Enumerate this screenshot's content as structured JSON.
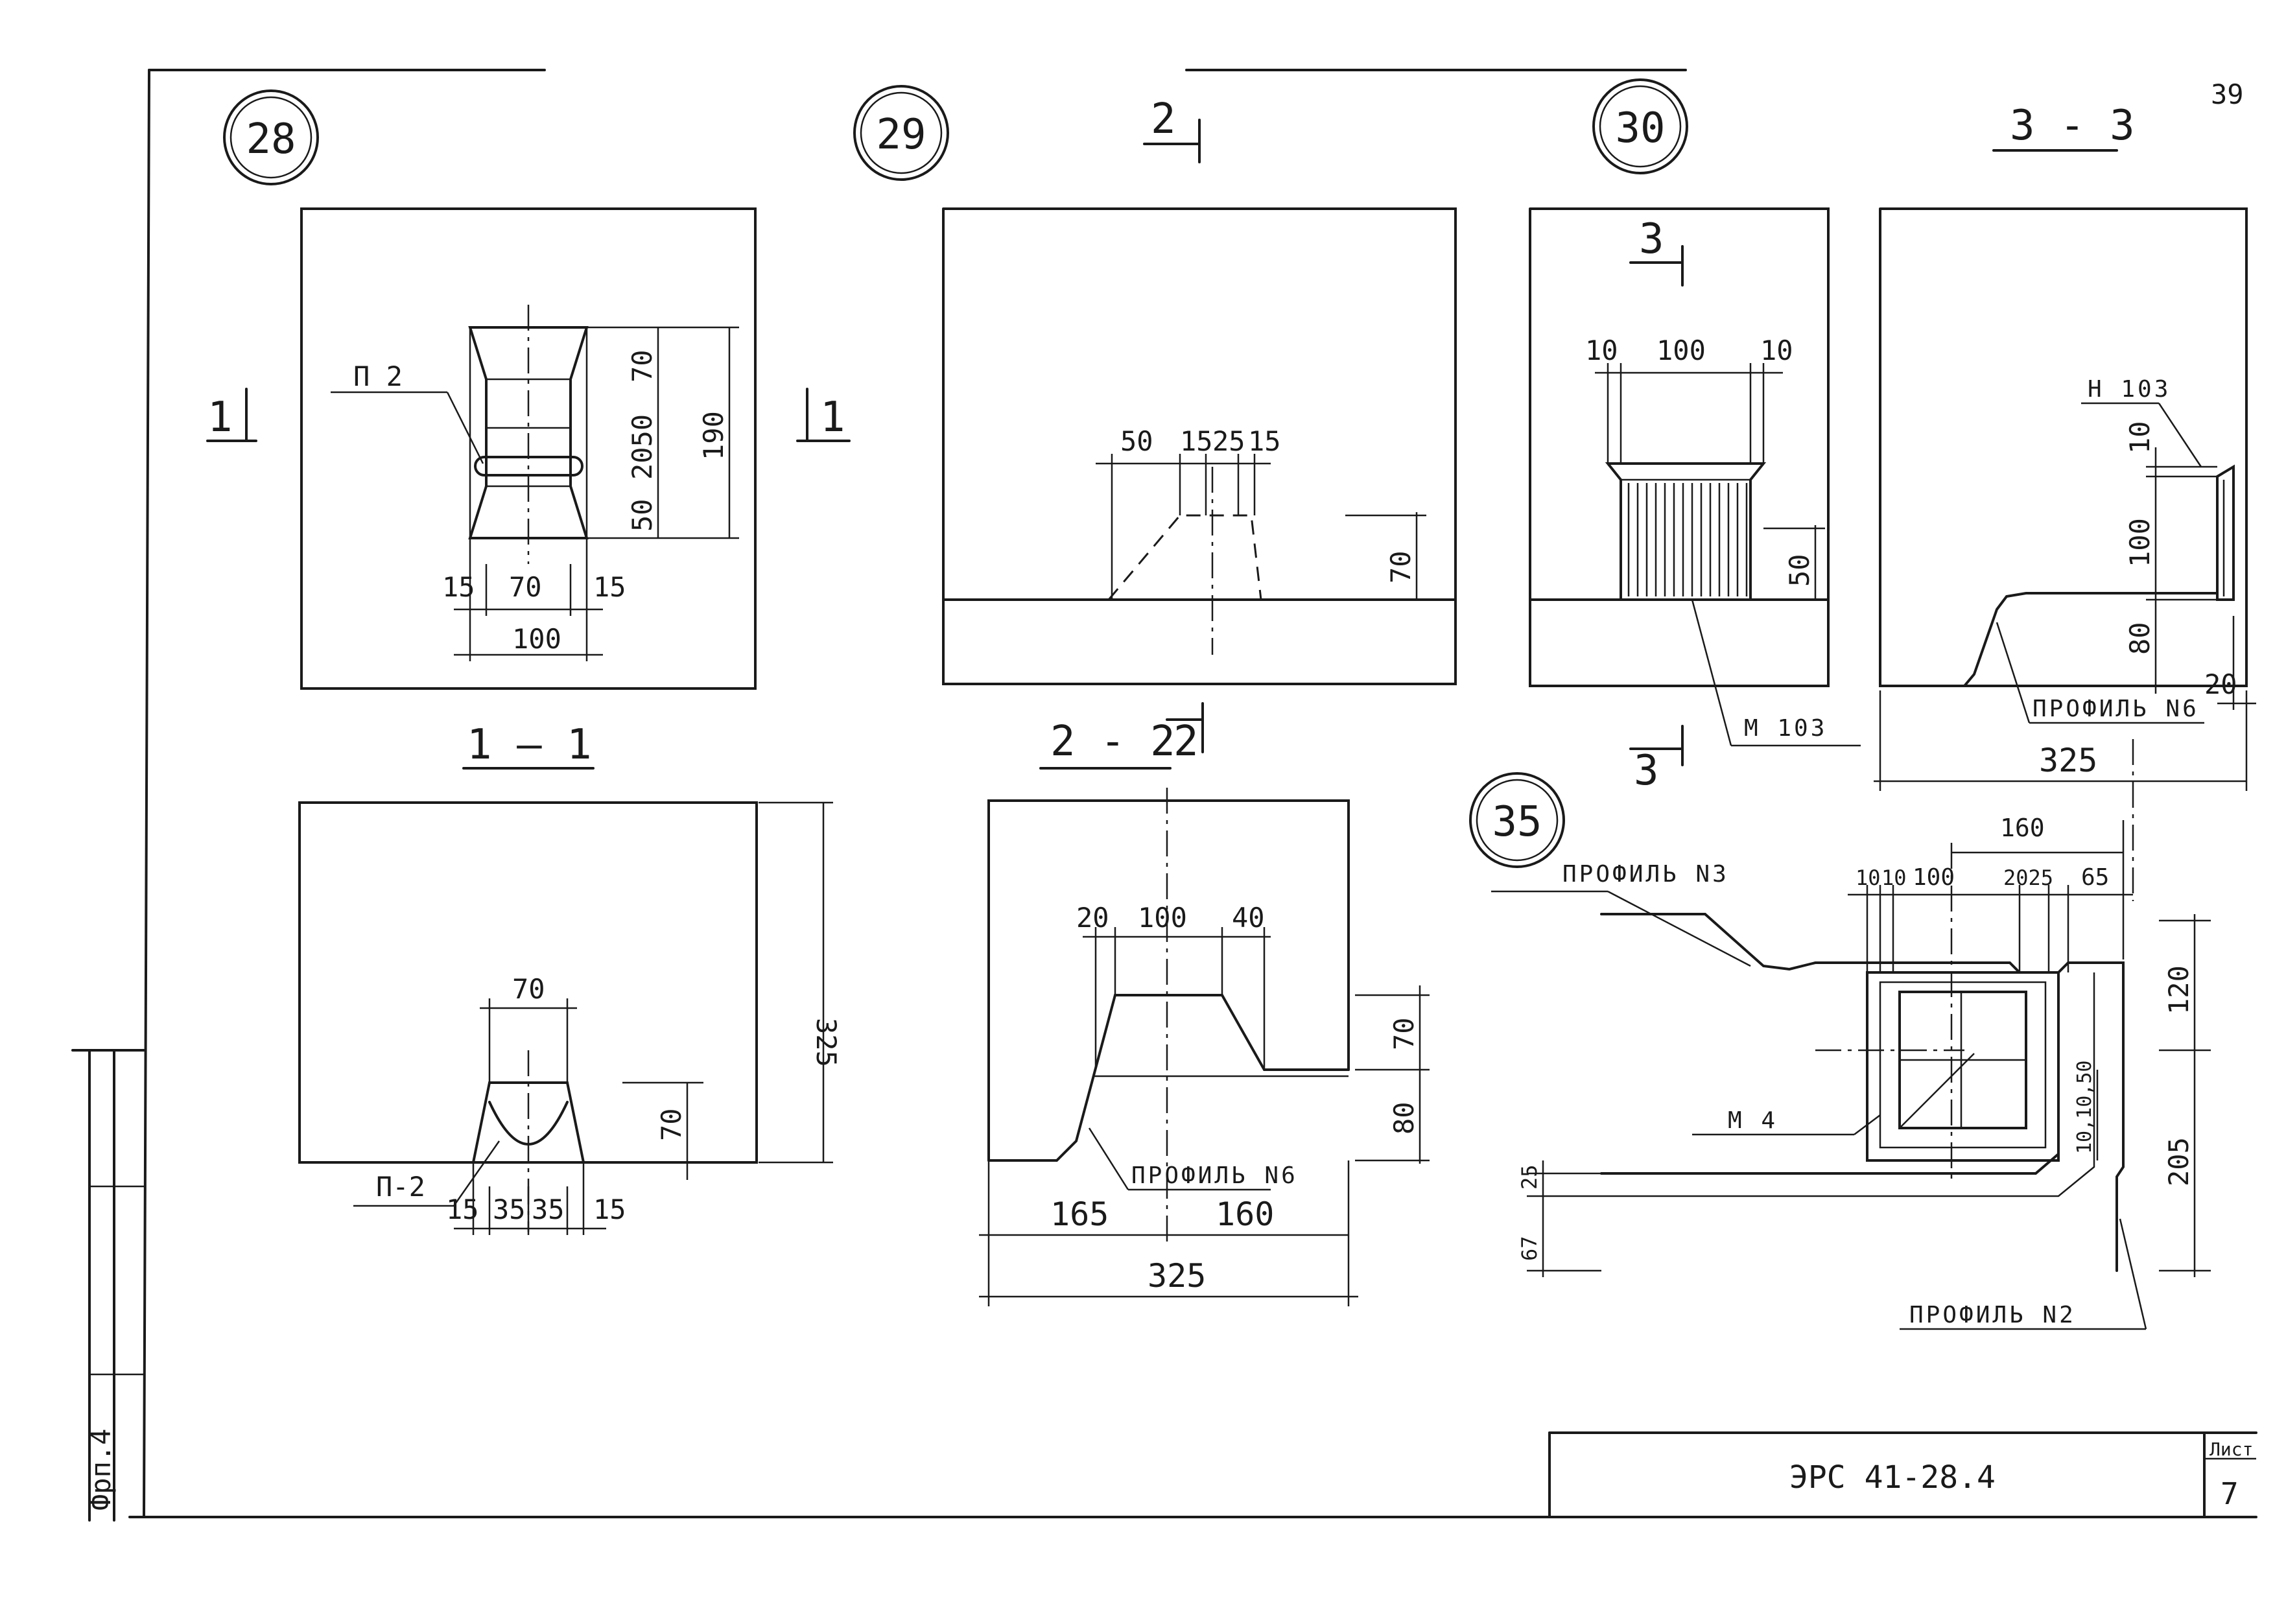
{
  "sheet": {
    "page_number": "39",
    "designation": "ЭРС 41-28.4",
    "sheet_label": "Лист",
    "sheet_number": "7",
    "margin_stamp": "Фрп.4"
  },
  "views": {
    "v28": {
      "number": "28",
      "part_label": "П 2",
      "section_mark": "1",
      "dims": {
        "d70v": "70",
        "d2050": "2050",
        "d50": "50",
        "d190": "190",
        "d15a": "15",
        "d70": "70",
        "d15b": "15",
        "d100": "100"
      }
    },
    "s11": {
      "title": "1 — 1",
      "part_label": "П-2",
      "dims": {
        "d70top": "70",
        "d325": "325",
        "d70v": "70",
        "d15a": "15",
        "d35a": "35",
        "d35b": "35",
        "d15b": "15"
      }
    },
    "v29": {
      "number": "29",
      "section_mark": "2",
      "dims": {
        "d50": "50",
        "d15a": "15",
        "d25": "25",
        "d15b": "15",
        "d70": "70"
      }
    },
    "s22": {
      "title": "2 - 2",
      "profile_label": "ПРОФИЛЬ N6",
      "dims": {
        "d20": "20",
        "d100": "100",
        "d40": "40",
        "d70": "70",
        "d80": "80",
        "d165": "165",
        "d160": "160",
        "d325": "325"
      }
    },
    "v30": {
      "number": "30",
      "section_mark": "3",
      "part_label": "М 103",
      "dims": {
        "d10a": "10",
        "d100": "100",
        "d10b": "10",
        "d50": "50"
      }
    },
    "s33": {
      "title": "3 - 3",
      "part_label": "Н 103",
      "profile_label": "ПРОФИЛЬ N6",
      "dims": {
        "d10": "10",
        "d100": "100",
        "d80": "80",
        "d20": "20",
        "d325": "325"
      }
    },
    "v35": {
      "number": "35",
      "profile3_label": "ПРОФИЛЬ N3",
      "profile2_label": "ПРОФИЛЬ N2",
      "part_label": "М 4",
      "dims": {
        "d160": "160",
        "d10a": "10",
        "d10b": "10",
        "d100": "100",
        "d2025": "2025",
        "d65": "65",
        "d120": "120",
        "d205": "205",
        "d101050": "10,10,50",
        "d25": "25",
        "d67": "67"
      }
    }
  }
}
